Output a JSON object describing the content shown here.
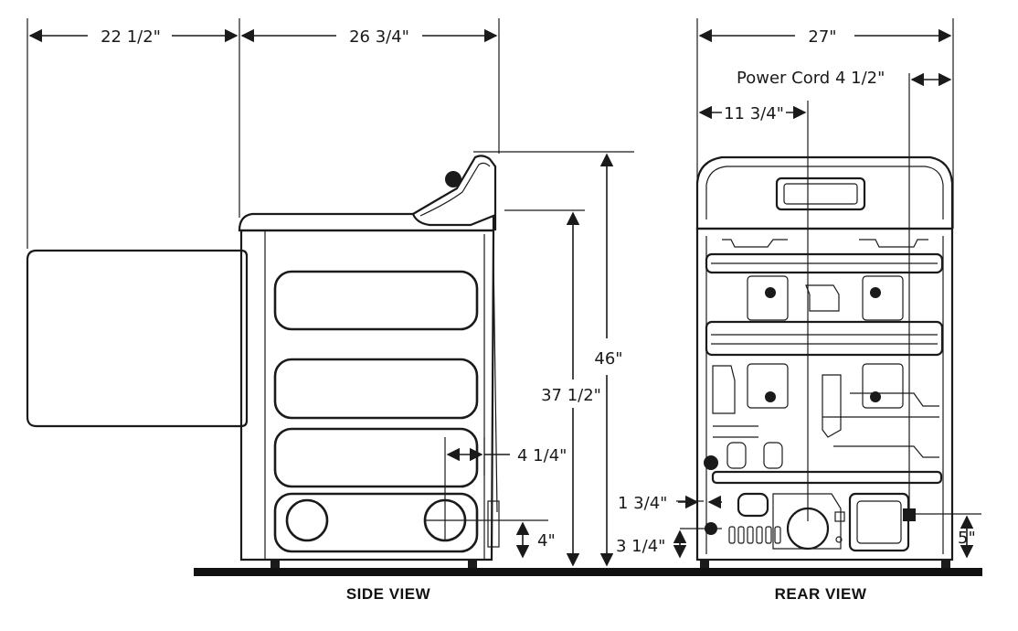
{
  "dimensions": {
    "door_depth": "22 1/2\"",
    "body_depth": "26 3/4\"",
    "total_height": "46\"",
    "top_height": "37 1/2\"",
    "vent_offset_side": "4 1/4\"",
    "vent_height_side": "4\"",
    "width": "27\"",
    "power_cord": "Power Cord 4 1/2\"",
    "vent_center": "11 3/4\"",
    "gas_offset": "1 3/4\"",
    "gas_height": "3 1/4\"",
    "cord_height": "5\""
  },
  "captions": {
    "side": "SIDE VIEW",
    "rear": "REAR VIEW"
  },
  "colors": {
    "line": "#1a1a1a",
    "floor": "#111111",
    "background": "#ffffff"
  }
}
